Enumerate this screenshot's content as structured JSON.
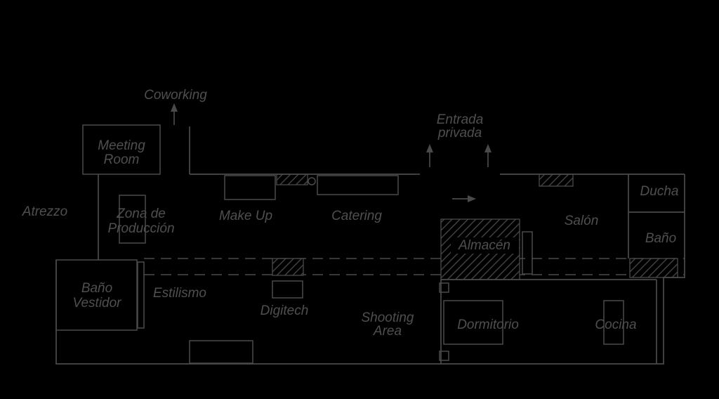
{
  "colors": {
    "background": "#000000",
    "line": "#4a4a4a",
    "text": "#4f4f4f"
  },
  "icons": {
    "coworking_arrow": "arrow-up",
    "entrada_arrow_left": "arrow-up",
    "entrada_arrow_right": "arrow-up",
    "direction_arrow": "arrow-right"
  },
  "labels": {
    "coworking": "Coworking",
    "meeting_room": {
      "line1": "Meeting",
      "line2": "Room"
    },
    "atrezzo": "Atrezzo",
    "zona_de_produccion": {
      "line1": "Zona de",
      "line2": "Producción"
    },
    "make_up": "Make Up",
    "catering": "Catering",
    "entrada_privada": {
      "line1": "Entrada",
      "line2": "privada"
    },
    "ducha": "Ducha",
    "bano": "Baño",
    "salon": "Salón",
    "almacen": "Almacén",
    "bano_vestidor": {
      "line1": "Baño",
      "line2": "Vestidor"
    },
    "estilismo": "Estilismo",
    "digitech": "Digitech",
    "shooting_area": {
      "line1": "Shooting",
      "line2": "Area"
    },
    "dormitorio": "Dormitorio",
    "cocina": "Cocina"
  }
}
